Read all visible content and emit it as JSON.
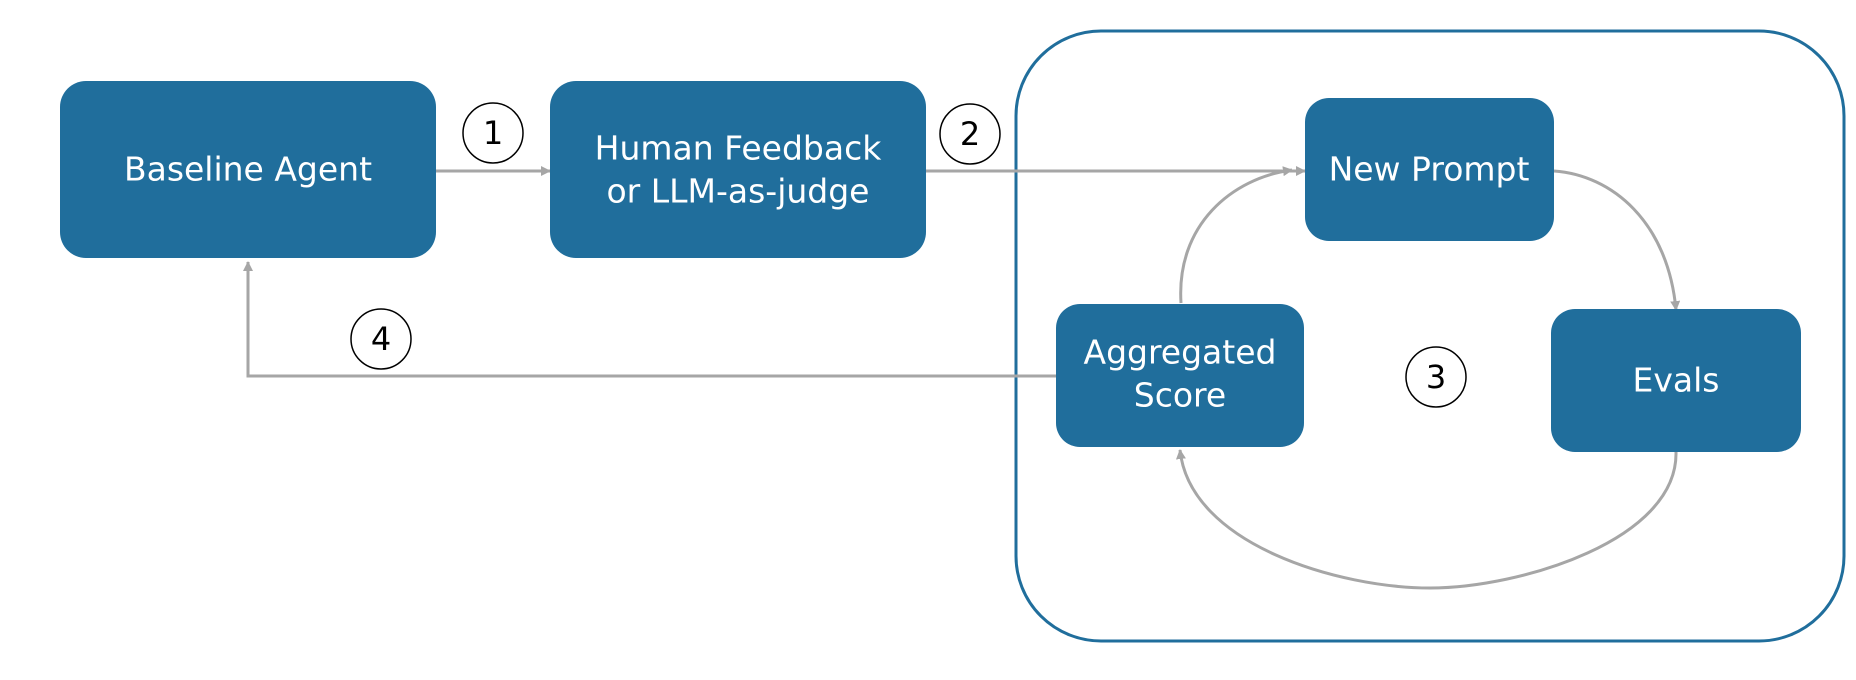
{
  "colors": {
    "node_fill": "#206e9c",
    "node_text": "#ffffff",
    "connector": "#a6a6a6",
    "group_border": "#206e9c"
  },
  "nodes": {
    "baseline_agent": {
      "lines": [
        "Baseline Agent"
      ]
    },
    "feedback": {
      "lines": [
        "Human Feedback",
        "or LLM-as-judge"
      ]
    },
    "new_prompt": {
      "lines": [
        "New Prompt"
      ]
    },
    "aggregated_score": {
      "lines": [
        "Aggregated",
        "Score"
      ]
    },
    "evals": {
      "lines": [
        "Evals"
      ]
    }
  },
  "steps": {
    "one": "1",
    "two": "2",
    "three": "3",
    "four": "4"
  }
}
